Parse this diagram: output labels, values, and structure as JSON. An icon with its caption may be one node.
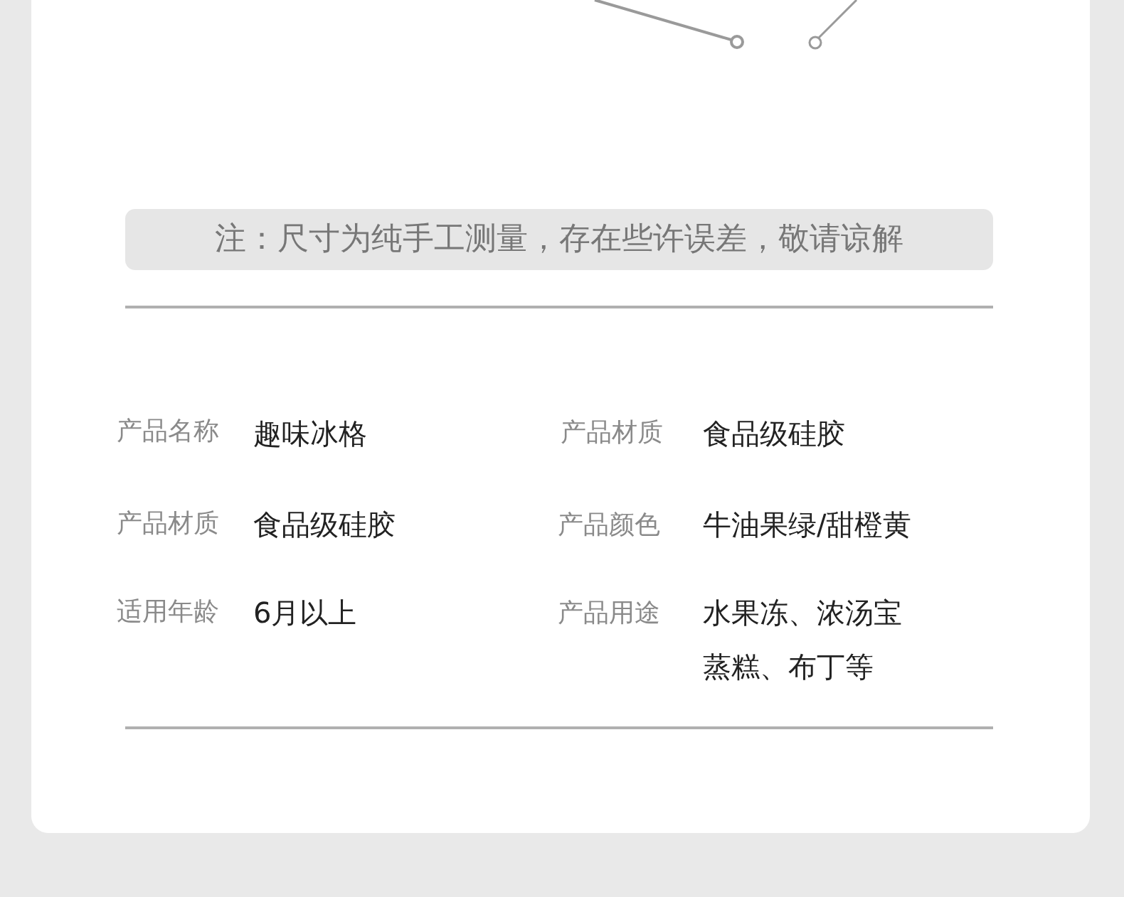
{
  "diagram": {
    "nodes": [
      {
        "text": [
          "注：尺寸为纯手工测量，存在些许误差，敬请谅解"
        ]
      }
    ],
    "labels": [
      "产品名称",
      "趣味冰格",
      "产品材质",
      "食品级硅胶",
      "产品材质",
      "食品级硅胶",
      "产品颜色",
      "牛油果绿/甜橙黄",
      "适用年龄",
      "6月以上",
      "产品用途",
      "水果冻、浓汤宝蒸糕、布丁等"
    ]
  }
}
